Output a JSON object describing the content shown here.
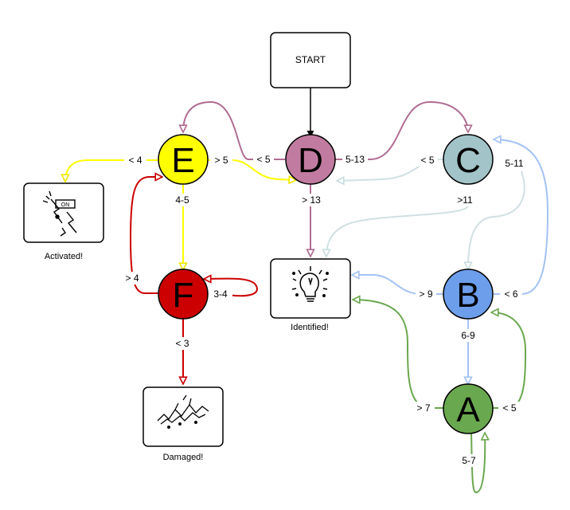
{
  "start": {
    "label": "START"
  },
  "nodes": {
    "A": {
      "letter": "A",
      "fill": "#6aa84f"
    },
    "B": {
      "letter": "B",
      "fill": "#6d9eeb"
    },
    "C": {
      "letter": "C",
      "fill": "#a2c4c9"
    },
    "D": {
      "letter": "D",
      "fill": "#c27ba0"
    },
    "E": {
      "letter": "E",
      "fill": "#ffff00"
    },
    "F": {
      "letter": "F",
      "fill": "#cc0000"
    }
  },
  "outcomes": {
    "activated": {
      "label": "Activated!",
      "icon": "switch-on-icon"
    },
    "identified": {
      "label": "Identified!",
      "icon": "lightbulb-icon"
    },
    "damaged": {
      "label": "Damaged!",
      "icon": "broken-icon"
    }
  },
  "edges": {
    "d_to_e": "< 5",
    "d_to_c": "5-13",
    "d_to_identified": "> 13",
    "c_to_d": "< 5",
    "c_to_b": "5-11",
    "c_to_identified": ">11",
    "e_to_activated": "< 4",
    "e_to_d": "> 5",
    "e_to_f": "4-5",
    "f_to_e": "> 4",
    "f_to_f": "3-4",
    "f_to_damaged": "< 3",
    "b_to_identified": "> 9",
    "b_to_c": "< 6",
    "b_to_a": "6-9",
    "a_to_identified": "> 7",
    "a_to_b": "< 5",
    "a_to_a": "5-7"
  },
  "colors": {
    "start_edge": "#000000",
    "d_edge": "#b06c91",
    "c_edge": "#d0e0e3",
    "e_edge": "#ffff00",
    "f_edge": "#cc0000",
    "b_edge": "#a4c2f4",
    "a_edge": "#6aa84f"
  }
}
